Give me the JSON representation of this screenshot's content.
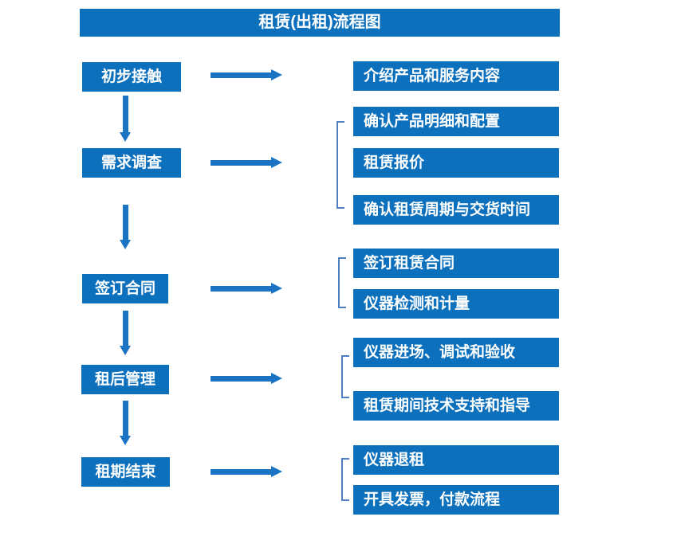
{
  "title": "租赁(出租)流程图",
  "colors": {
    "box_blue": "#0d70bc",
    "arrow_blue": "#1b73c4",
    "bracket_blue": "#4f7ec2",
    "text_white": "#ffffff",
    "background": "#ffffff"
  },
  "steps": [
    {
      "label": "初步接触",
      "details": [
        "介绍产品和服务内容"
      ]
    },
    {
      "label": "需求调查",
      "details": [
        "确认产品明细和配置",
        "租赁报价",
        "确认租赁周期与交货时间"
      ]
    },
    {
      "label": "签订合同",
      "details": [
        "签订租赁合同",
        "仪器检测和计量"
      ]
    },
    {
      "label": "租后管理",
      "details": [
        "仪器进场、调试和验收",
        "租赁期间技术支持和指导"
      ]
    },
    {
      "label": "租期结束",
      "details": [
        "仪器退租",
        "开具发票，付款流程"
      ]
    }
  ]
}
